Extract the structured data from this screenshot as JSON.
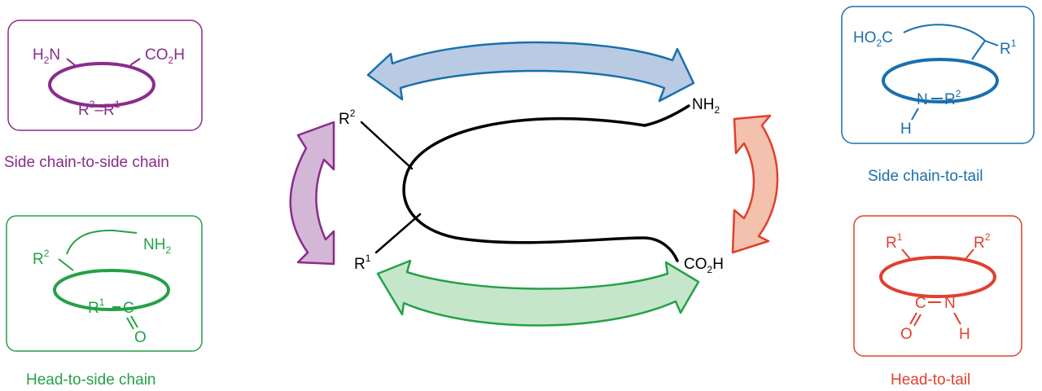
{
  "colors": {
    "purple": "#8a2c8b",
    "purple_fill": "#d4b6d6",
    "green": "#24a146",
    "green_fill": "#c6e6cb",
    "blue": "#1a6fae",
    "blue_fill": "#b9cbe2",
    "red": "#e0402e",
    "red_fill": "#f3c1ad",
    "black": "#000000"
  },
  "panels": {
    "side_chain_to_side_chain": {
      "caption": "Side chain-to-side chain",
      "amine": "H",
      "amine_sub": "2",
      "amine_n": "N",
      "acid": "CO",
      "acid_sub": "2",
      "acid_h": "H",
      "r2": "R",
      "r2_sup": "2",
      "dash": "–",
      "r1": "R",
      "r1_sup": "1"
    },
    "head_to_side_chain": {
      "caption": "Head-to-side chain",
      "r2": "R",
      "r2_sup": "2",
      "amine": "NH",
      "amine_sub": "2",
      "r1": "R",
      "r1_sup": "1",
      "carbon": "C",
      "oxygen": "O"
    },
    "side_chain_to_tail": {
      "caption": "Side chain-to-tail",
      "acid": "HO",
      "acid_sub": "2",
      "acid_c": "C",
      "r1": "R",
      "r1_sup": "1",
      "nitrogen": "N",
      "r2": "R",
      "r2_sup": "2",
      "hydrogen": "H"
    },
    "head_to_tail": {
      "caption": "Head-to-tail",
      "r1": "R",
      "r1_sup": "1",
      "r2": "R",
      "r2_sup": "2",
      "carbon": "C",
      "nitrogen": "N",
      "oxygen": "O",
      "hydrogen": "H"
    }
  },
  "center": {
    "r2": "R",
    "r2_sup": "2",
    "r1": "R",
    "r1_sup": "1",
    "amine": "NH",
    "amine_sub": "2",
    "acid": "CO",
    "acid_sub": "2",
    "acid_h": "H"
  }
}
